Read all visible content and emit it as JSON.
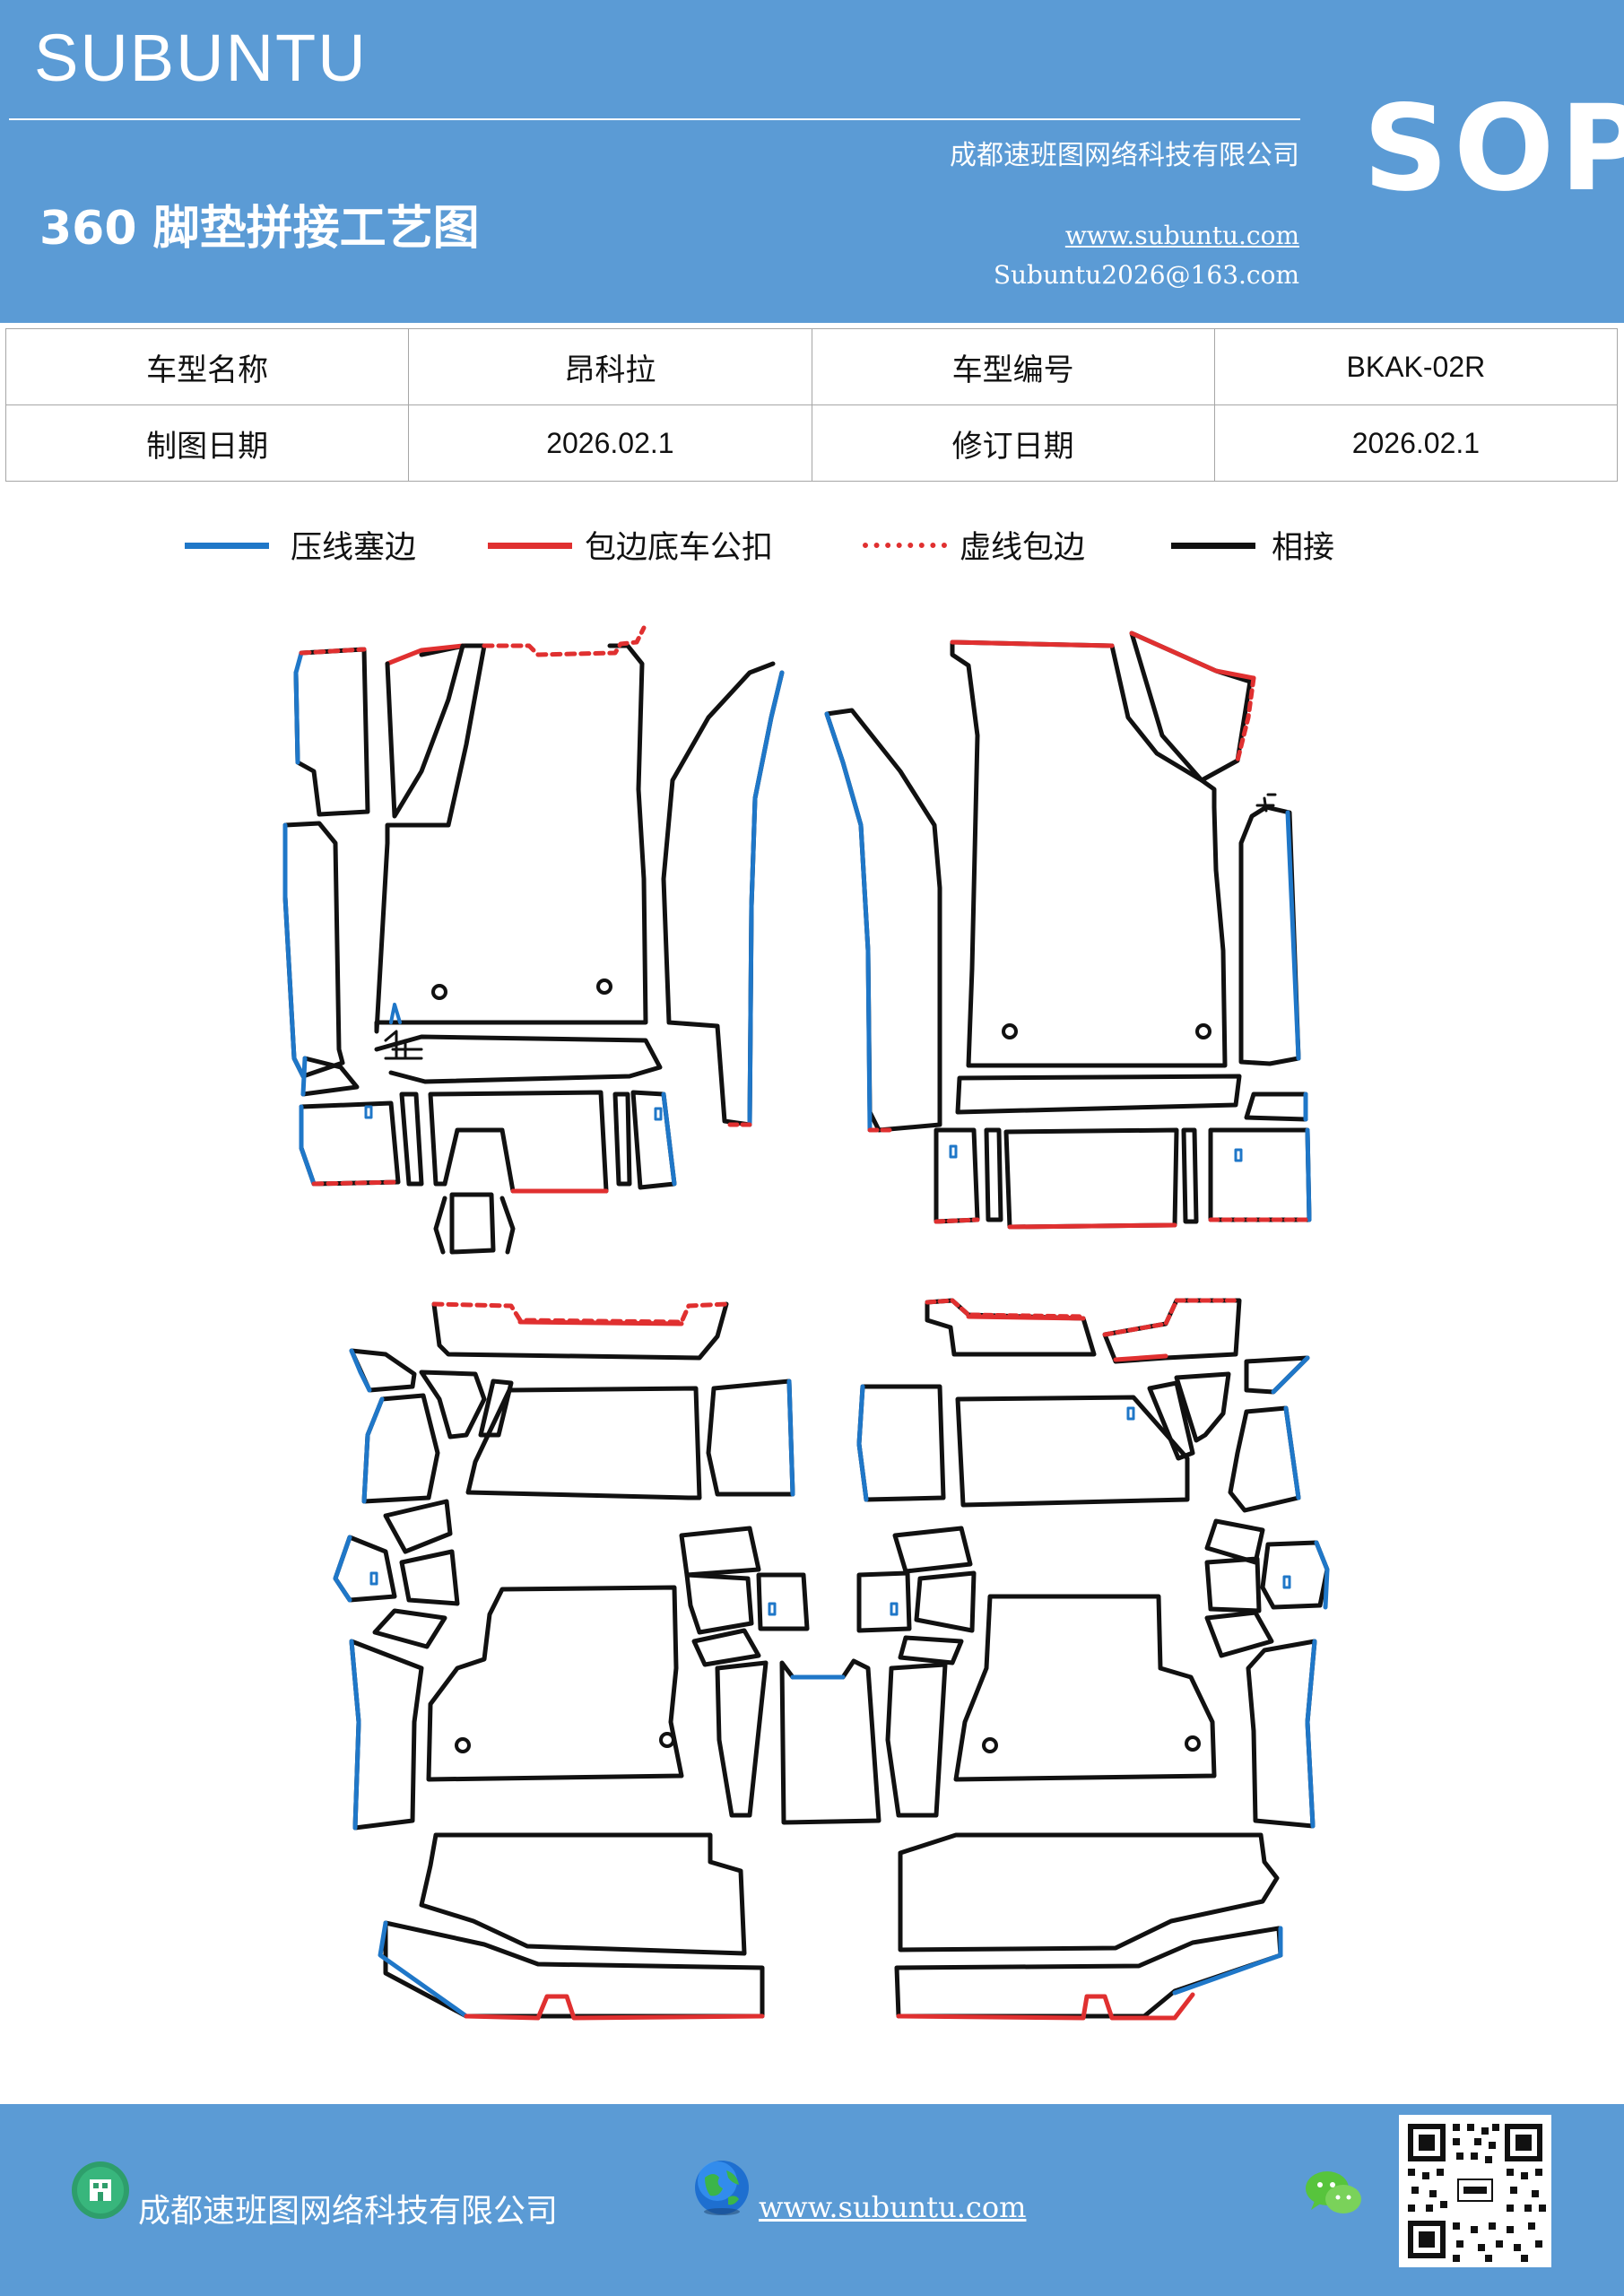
{
  "header": {
    "brand": "SUBUNTU",
    "company": "成都速班图网络科技有限公司",
    "title": "360 脚垫拼接工艺图",
    "website": "www.subuntu.com",
    "email": "Subuntu2026@163.com",
    "sop": "SOP"
  },
  "info": {
    "rows": [
      {
        "label1": "车型名称",
        "value1": "昂科拉",
        "label2": "车型编号",
        "value2": "BKAK-02R"
      },
      {
        "label1": "制图日期",
        "value1": "2026.02.1",
        "label2": "修订日期",
        "value2": "2026.02.1"
      }
    ]
  },
  "legend": [
    {
      "label": "压线塞边",
      "color": "#1f77c8",
      "style": "solid"
    },
    {
      "label": "包边底车公扣",
      "color": "#e03030",
      "style": "solid"
    },
    {
      "label": "虚线包边",
      "color": "#e03030",
      "style": "dashed"
    },
    {
      "label": "相接",
      "color": "#111111",
      "style": "solid"
    }
  ],
  "colors": {
    "header_bg": "#5b9bd5",
    "blue_edge": "#1f77c8",
    "red_edge": "#e03030",
    "black_edge": "#111111"
  },
  "footer": {
    "company": "成都速班图网络科技有限公司",
    "website": "www.subuntu.com",
    "icons": [
      "building-icon",
      "globe-icon",
      "wechat-icon",
      "qr-code"
    ]
  }
}
